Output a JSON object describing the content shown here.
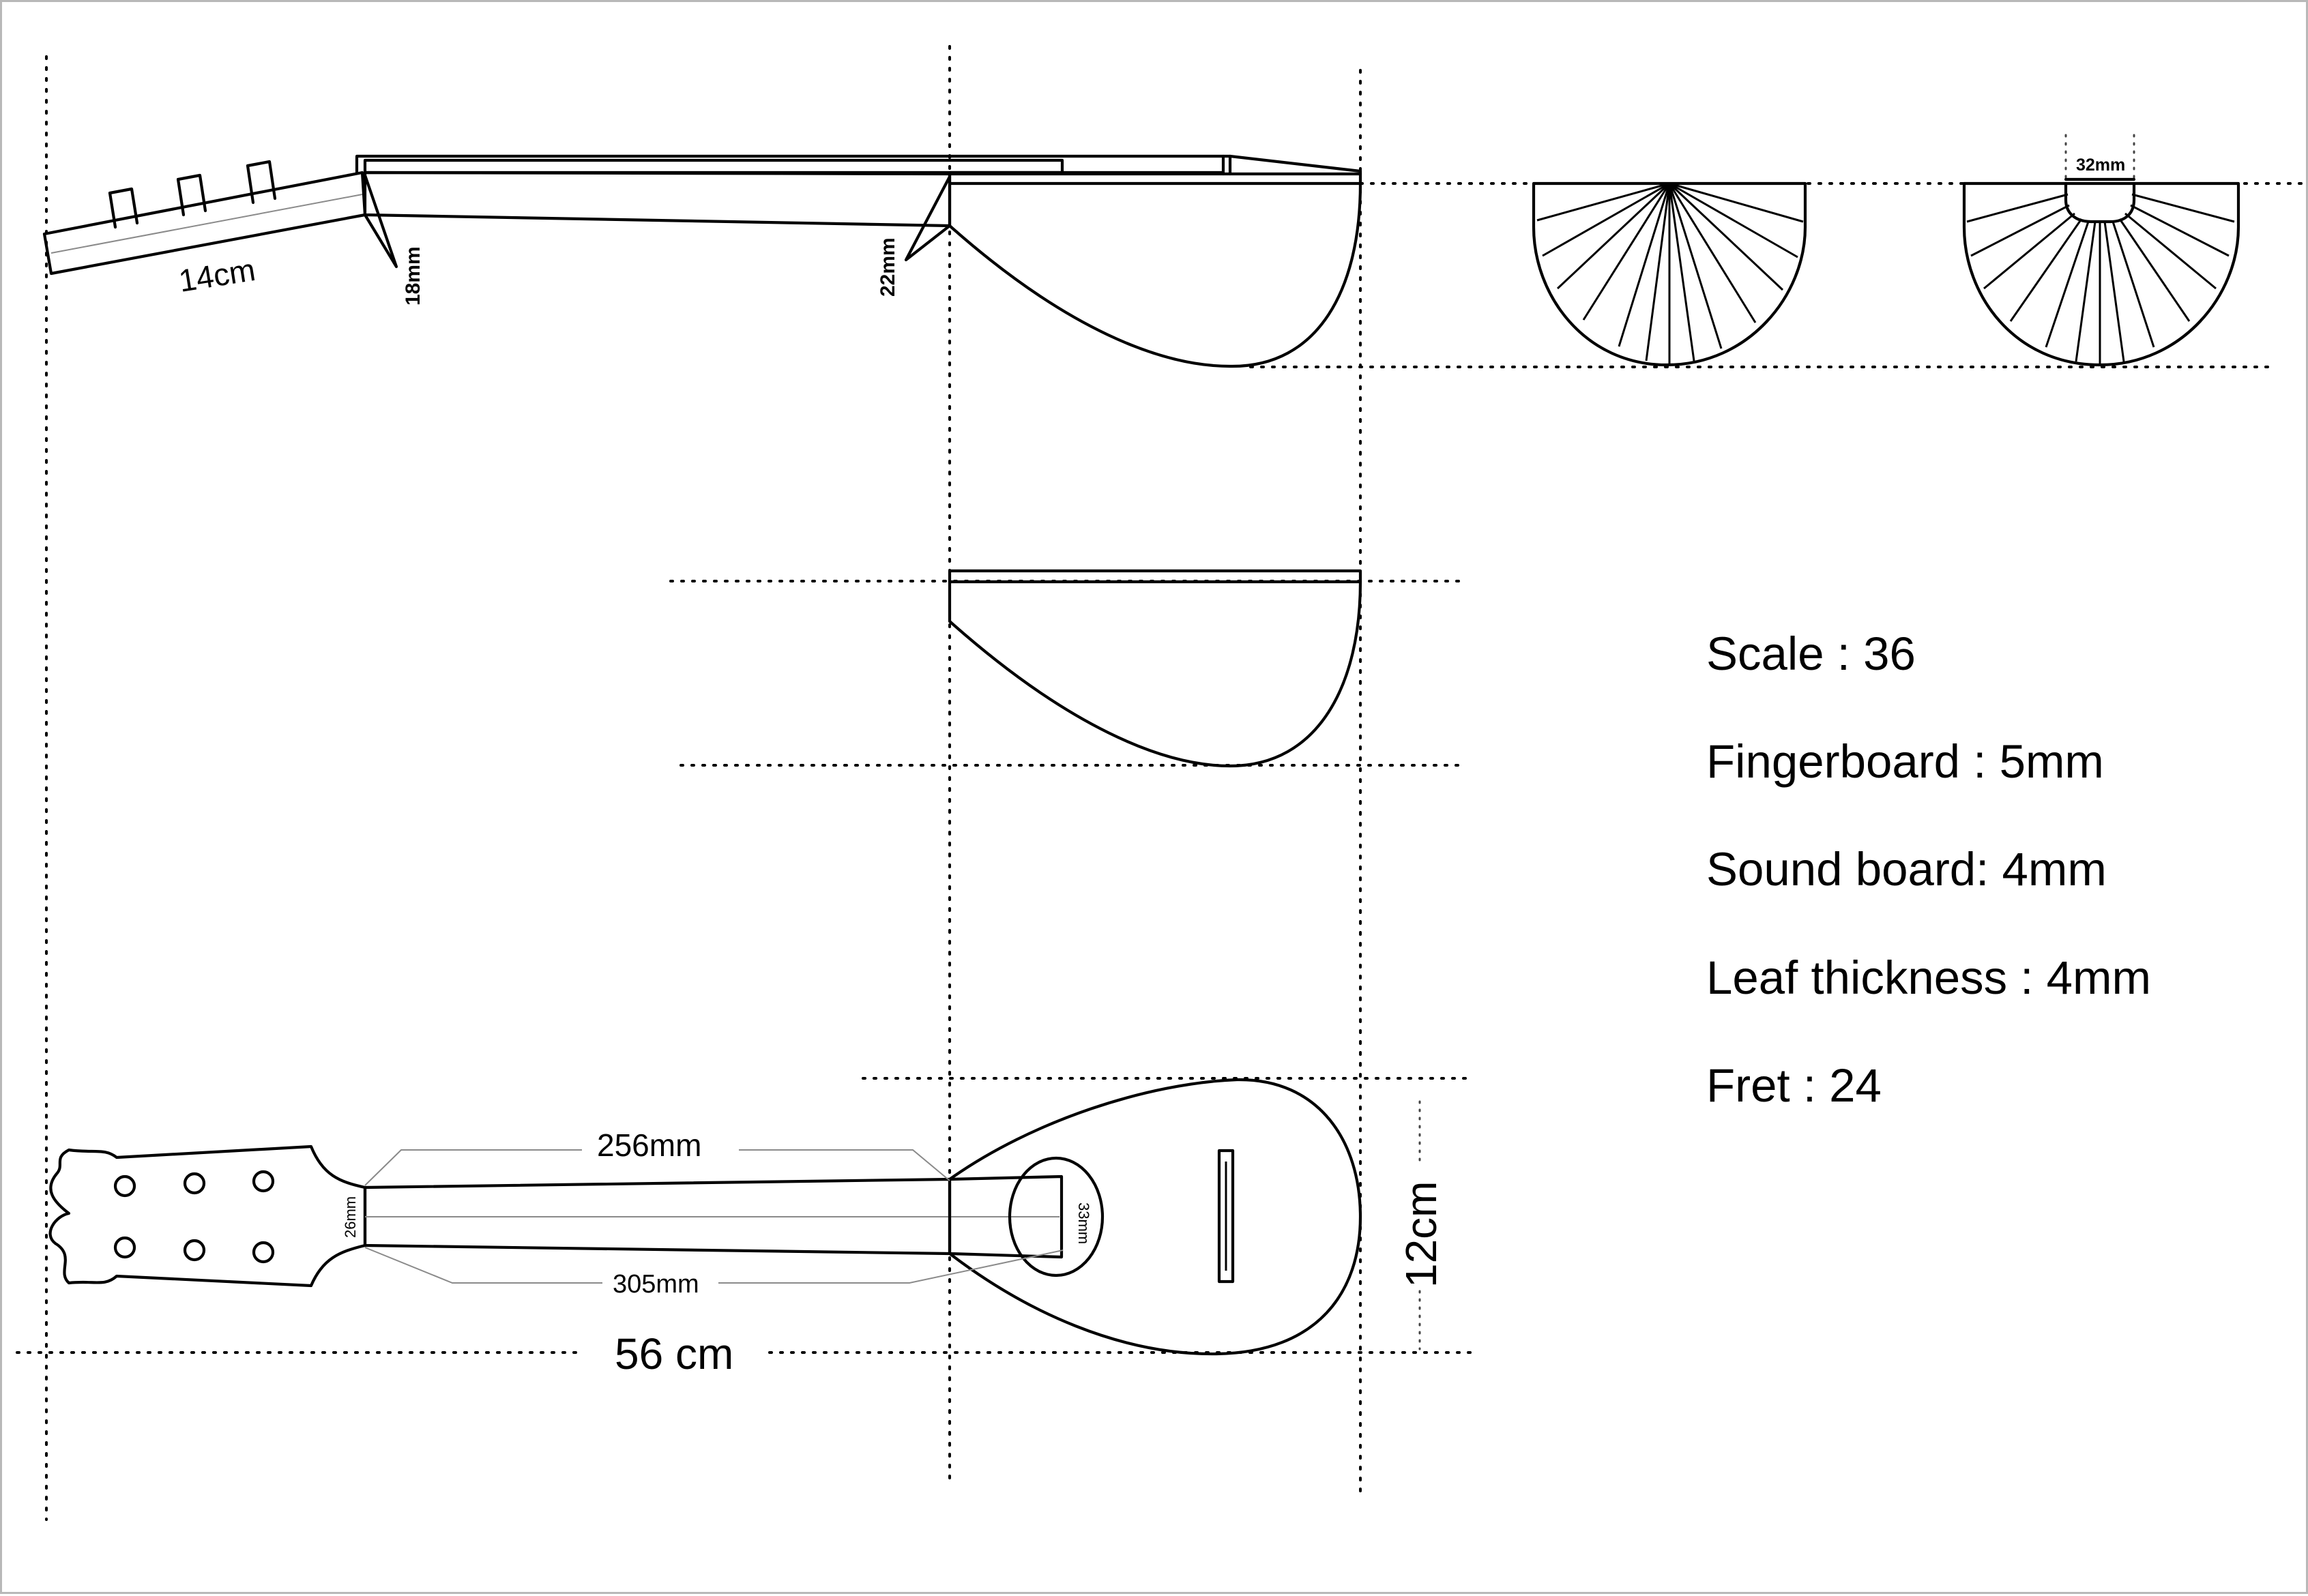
{
  "dimensions": {
    "headstock_length": "14cm",
    "nut_thickness": "18mm",
    "neck_joint_thickness": "22mm",
    "soundhole_gap": "32mm",
    "fretboard_length": "256mm",
    "neck_length": "305mm",
    "nut_width": "26mm",
    "heel_width": "33mm",
    "total_length": "56 cm",
    "body_width": "12cm"
  },
  "specs": [
    {
      "label": "Scale : 36"
    },
    {
      "label": "Fingerboard : 5mm"
    },
    {
      "label": "Sound board: 4mm"
    },
    {
      "label": "Leaf thickness : 4mm"
    },
    {
      "label": "Fret : 24"
    }
  ]
}
